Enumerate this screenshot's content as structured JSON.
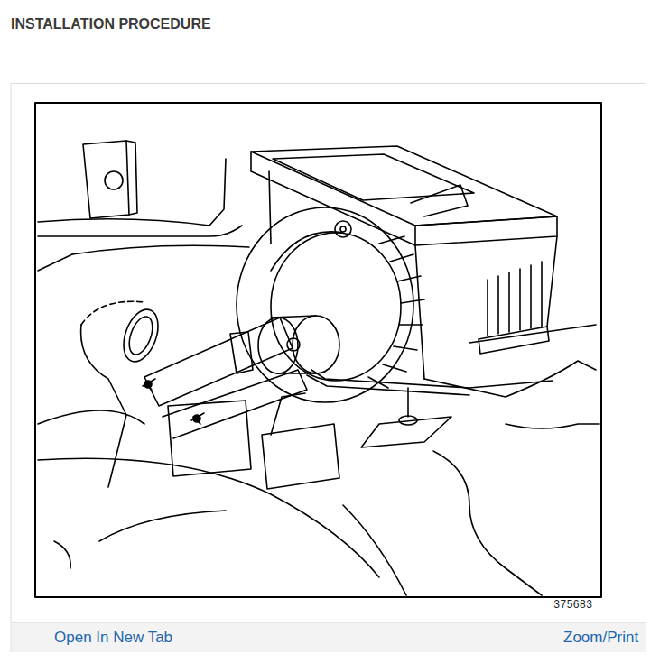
{
  "diagram": {
    "title": "INSTALLATION PROCEDURE",
    "nodes": [
      {
        "text": [
          "Open In New Tab",
          "Zoom/Print"
        ]
      }
    ],
    "labels": [
      "375683"
    ]
  }
}
